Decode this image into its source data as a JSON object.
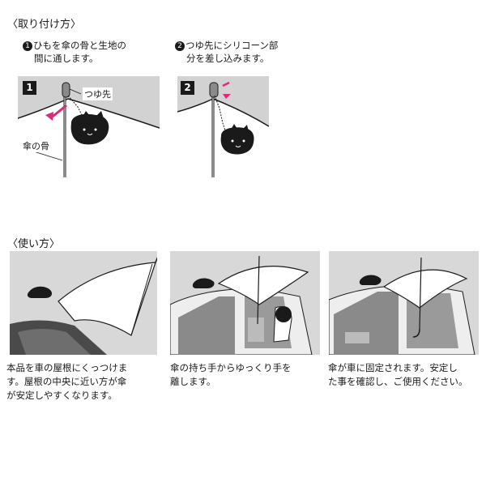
{
  "attach_section": {
    "title": "〈取り付け方〉",
    "steps": [
      {
        "marker": "1",
        "line1": "ひもを傘の骨と生地の",
        "line2": "間に通します。",
        "badge": "1",
        "labels": {
          "tip": "つゆ先",
          "rib": "傘の骨"
        }
      },
      {
        "marker": "2",
        "line1": "つゆ先にシリコーン部",
        "line2": "分を差し込みます。",
        "badge": "2"
      }
    ]
  },
  "usage_section": {
    "title": "〈使い方〉",
    "captions": [
      {
        "line1": "本品を車の屋根にくっつけま",
        "line2": "す。屋根の中央に近い方が傘",
        "line3": "が安定しやすくなります。"
      },
      {
        "line1": "傘の持ち手からゆっくり手を",
        "line2": "離します。"
      },
      {
        "line1": "傘が車に固定されます。安定し",
        "line2": "た事を確認し、ご使用ください。"
      }
    ]
  },
  "colors": {
    "panel_gray": "#d2d2d2",
    "accent_pink": "#e0287a",
    "ink": "#1a1a1a"
  }
}
